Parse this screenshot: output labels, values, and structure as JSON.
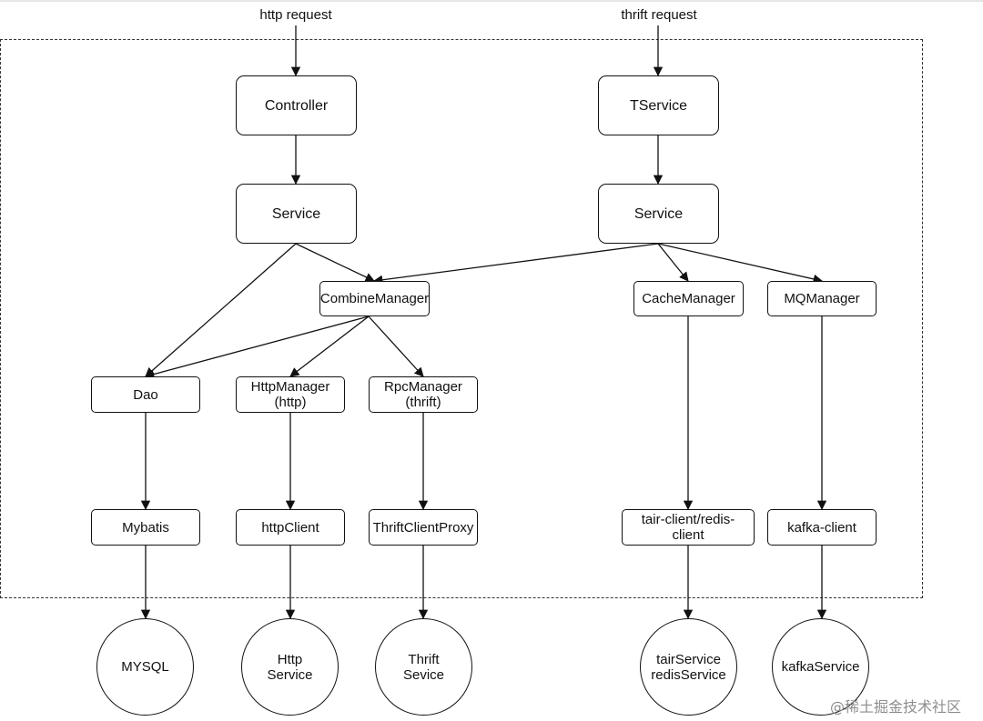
{
  "diagram": {
    "inputs": {
      "http": "http request",
      "thrift": "thrift request"
    },
    "nodes": {
      "controller": "Controller",
      "tservice": "TService",
      "service_left": "Service",
      "service_right": "Service",
      "combine_manager": "CombineManager",
      "cache_manager": "CacheManager",
      "mq_manager": "MQManager",
      "dao": "Dao",
      "http_manager": "HttpManager\n(http)",
      "rpc_manager": "RpcManager\n(thrift)",
      "mybatis": "Mybatis",
      "http_client": "httpClient",
      "thrift_client_proxy": "ThriftClientProxy",
      "tair_redis_client": "tair-client/redis-\nclient",
      "kafka_client": "kafka-client"
    },
    "services": {
      "mysql": "MYSQL",
      "http_service": "Http\nService",
      "thrift_service": "Thrift\nSevice",
      "tair_redis_service": "tairService\nredisService",
      "kafka_service": "kafkaService"
    },
    "edges": [
      [
        "http_request",
        "controller"
      ],
      [
        "thrift_request",
        "tservice"
      ],
      [
        "controller",
        "service_left"
      ],
      [
        "tservice",
        "service_right"
      ],
      [
        "service_left",
        "combine_manager"
      ],
      [
        "service_left",
        "dao"
      ],
      [
        "service_right",
        "combine_manager"
      ],
      [
        "service_right",
        "cache_manager"
      ],
      [
        "service_right",
        "mq_manager"
      ],
      [
        "combine_manager",
        "dao"
      ],
      [
        "combine_manager",
        "http_manager"
      ],
      [
        "combine_manager",
        "rpc_manager"
      ],
      [
        "dao",
        "mybatis"
      ],
      [
        "http_manager",
        "http_client"
      ],
      [
        "rpc_manager",
        "thrift_client_proxy"
      ],
      [
        "cache_manager",
        "tair_redis_client"
      ],
      [
        "mq_manager",
        "kafka_client"
      ],
      [
        "mybatis",
        "mysql"
      ],
      [
        "http_client",
        "http_service"
      ],
      [
        "thrift_client_proxy",
        "thrift_service"
      ],
      [
        "tair_redis_client",
        "tair_redis_service"
      ],
      [
        "kafka_client",
        "kafka_service"
      ]
    ]
  },
  "watermark": "@稀土掘金技术社区"
}
